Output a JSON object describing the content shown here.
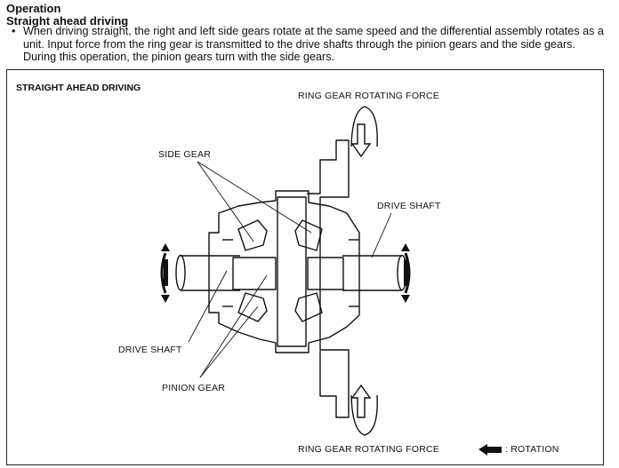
{
  "header": {
    "title": "Operation",
    "subtitle": "Straight ahead driving",
    "bullet": "When driving straight, the right and left side gears rotate at the same speed and the differential assembly rotates as a unit. Input force from the ring gear is transmitted to the drive shafts through the pinion gears and the side gears. During this operation, the pinion gears turn with the side gears."
  },
  "figure": {
    "title": "STRAIGHT AHEAD DRIVING",
    "labels": {
      "ring_gear_top": "RING GEAR ROTATING FORCE",
      "side_gear": "SIDE GEAR",
      "drive_shaft_right": "DRIVE SHAFT",
      "drive_shaft_left": "DRIVE SHAFT",
      "pinion_gear": "PINION GEAR",
      "ring_gear_bottom": "RING GEAR ROTATING FORCE",
      "legend_rotation": ": ROTATION"
    }
  }
}
